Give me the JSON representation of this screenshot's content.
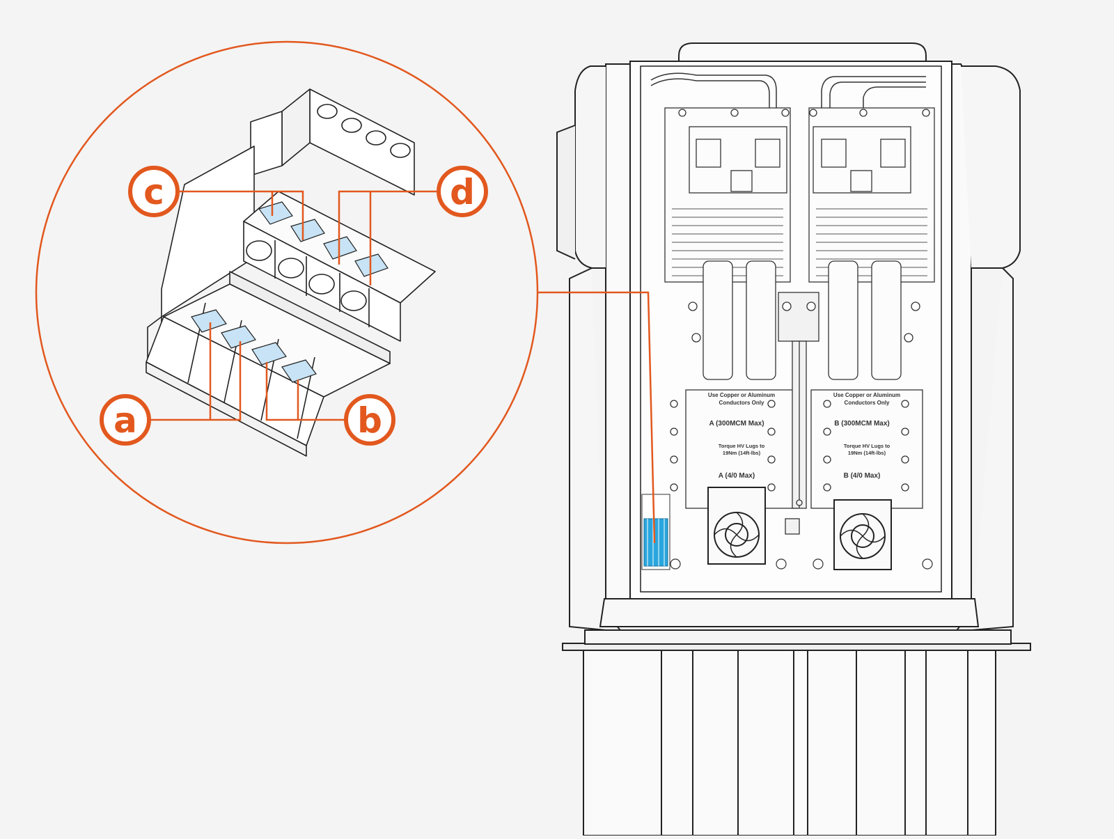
{
  "colors": {
    "background": "#f4f4f4",
    "accent": "#e2581e",
    "terminal_highlight": "#c7e3f5",
    "terminal_block": "#2aa6de",
    "line": "#222222"
  },
  "callouts": {
    "a": "a",
    "b": "b",
    "c": "c",
    "d": "d"
  },
  "panel_labels": {
    "left_conductor_line1": "Use Copper or Aluminum",
    "left_conductor_line2": "Conductors Only",
    "right_conductor_line1": "Use Copper or Aluminum",
    "right_conductor_line2": "Conductors Only",
    "left_rating_top": "A (300MCM Max)",
    "right_rating_top": "B (300MCM Max)",
    "left_torque_line1": "Torque HV Lugs to",
    "left_torque_line2": "19Nm (14ft-lbs)",
    "right_torque_line1": "Torque HV Lugs to",
    "right_torque_line2": "19Nm (14ft-lbs)",
    "left_rating_bottom": "A (4/0 Max)",
    "right_rating_bottom": "B (4/0 Max)"
  },
  "icons": [
    "fan-icon",
    "ground-symbol-icon"
  ]
}
